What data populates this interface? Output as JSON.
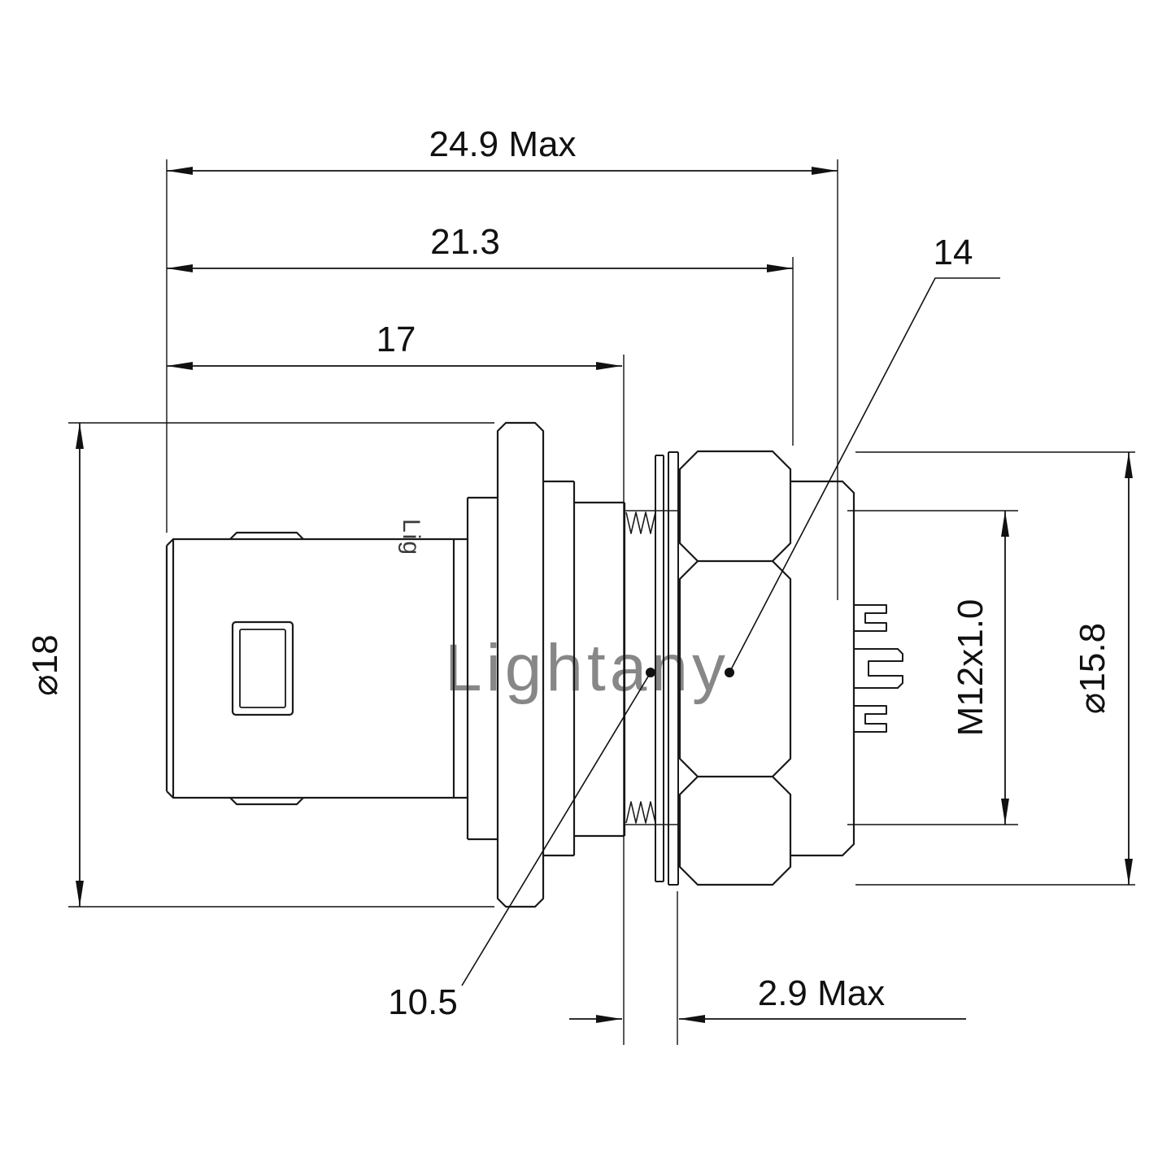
{
  "drawing": {
    "watermark_text": "Lightany",
    "engraved_text": "Lig",
    "watermark_color": "#f0a8a8"
  },
  "dimensions": {
    "total_length_max": "24.9 Max",
    "length_to_panel": "21.3",
    "front_body_length": "17",
    "nut_across_flats": "14",
    "front_body_diameter": "⌀18",
    "rear_diameter": "⌀15.8",
    "mounting_thread": "M12x1.0",
    "thread_length": "10.5",
    "panel_thickness_max": "2.9 Max"
  }
}
